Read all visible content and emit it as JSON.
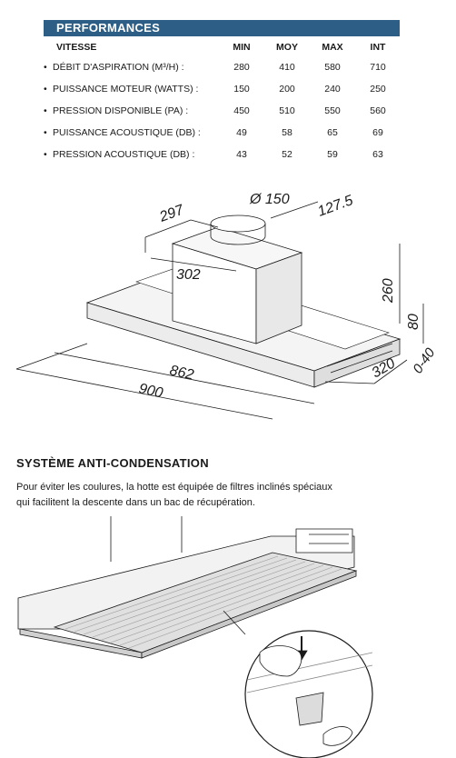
{
  "performances": {
    "title": "PERFORMANCES",
    "columns": [
      "VITESSE",
      "MIN",
      "MOY",
      "MAX",
      "INT"
    ],
    "rows": [
      {
        "label": "DÉBIT D'ASPIRATION (M³/H) :",
        "values": [
          "280",
          "410",
          "580",
          "710"
        ]
      },
      {
        "label": "PUISSANCE MOTEUR (WATTS) :",
        "values": [
          "150",
          "200",
          "240",
          "250"
        ]
      },
      {
        "label": "PRESSION DISPONIBLE (PA) :",
        "values": [
          "450",
          "510",
          "550",
          "560"
        ]
      },
      {
        "label": "PUISSANCE ACOUSTIQUE (DB) :",
        "values": [
          "49",
          "58",
          "65",
          "69"
        ]
      },
      {
        "label": "PRESSION ACOUSTIQUE (DB) :",
        "values": [
          "43",
          "52",
          "59",
          "63"
        ]
      }
    ]
  },
  "dimensions": {
    "diameter": "Ø 150",
    "depth_motor": "297",
    "width_motor": "302",
    "offset": "127.5",
    "height_total": "260",
    "height_body": "80",
    "width_inner": "862",
    "width_outer": "900",
    "depth": "320",
    "range": "0-40"
  },
  "anti_condensation": {
    "title": "SYSTÈME ANTI-CONDENSATION",
    "text_line1": "Pour éviter les coulures, la hotte est équipée de filtres inclinés spéciaux",
    "text_line2": "qui facilitent la descente dans un bac de récupération."
  }
}
